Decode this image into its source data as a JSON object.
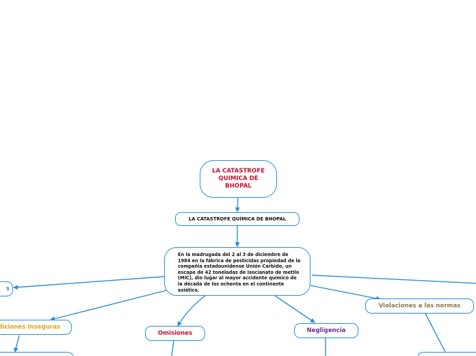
{
  "colors": {
    "line": "#2a8ed6",
    "title": "#c8102e",
    "omisiones": "#c8102e",
    "negligencia": "#6a2c91",
    "violaciones": "#8a7a4e",
    "condiciones": "#e8a317"
  },
  "root": {
    "title": "LA CATASTROFE QUIMICA DE BHOPAL"
  },
  "subtitle": {
    "text": "LA CATASTROFE QUÍMICA DE BHOPAL"
  },
  "description": {
    "text": "En la madrugada del 2 al 3 de diciembre de 1984 en la fábrica de pesticidas propiedad de la compañía estadounidense Unión Carbide, un escape de 42 toneladas de Isocianato de metilo (MIC), dio lugar al mayor accidente químico de la década de los ochenta en el continente asiático."
  },
  "branches": {
    "omisiones": "Omisiones",
    "negligencia": "Negligencia",
    "violaciones": "Violaciones a las normas",
    "condiciones": "Condiciones Inseguras",
    "left_partial": "s"
  }
}
